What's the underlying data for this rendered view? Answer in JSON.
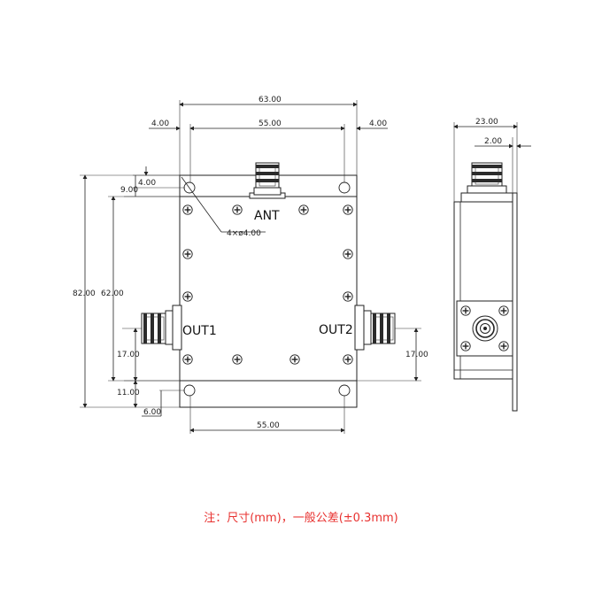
{
  "dimensions": {
    "overall_width": "63.00",
    "inner_width": "55.00",
    "edge_left": "4.00",
    "edge_right": "4.00",
    "hole_offset_top": "4.00",
    "top_offset": "9.00",
    "hole_callout": "4×ø4.00",
    "overall_height": "82.00",
    "body_height": "62.00",
    "out1_height": "17.00",
    "bottom_offset": "11.00",
    "bottom_hole_offset": "6.00",
    "bottom_width": "55.00",
    "out2_height": "17.00",
    "side_width": "23.00",
    "side_offset": "2.00"
  },
  "labels": {
    "ant": "ANT",
    "out1": "OUT1",
    "out2": "OUT2"
  },
  "note": "注：尺寸(mm)，一般公差(±0.3mm)",
  "colors": {
    "note": "#e8312f",
    "line": "#222222"
  }
}
